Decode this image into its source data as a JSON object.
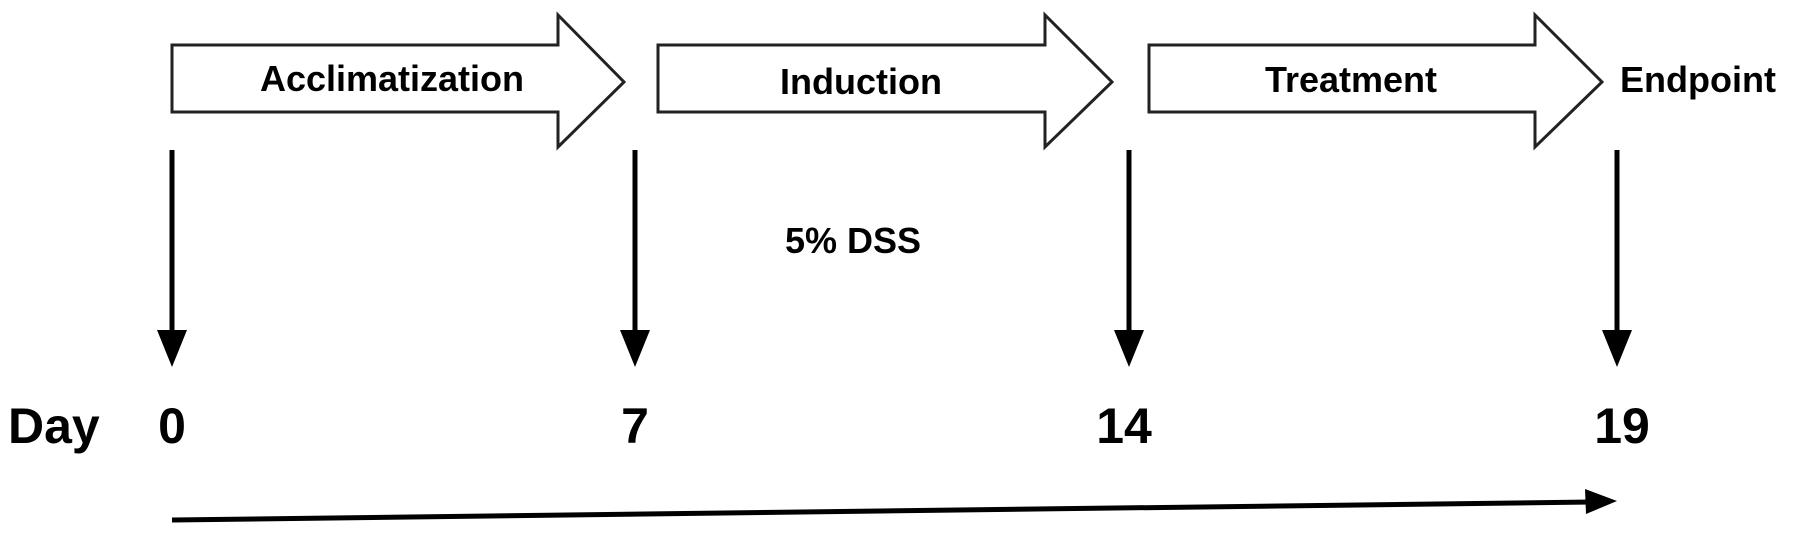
{
  "phases": [
    {
      "label": "Acclimatization"
    },
    {
      "label": "Induction"
    },
    {
      "label": "Treatment"
    }
  ],
  "endpoint_label": "Endpoint",
  "annotation": "5% DSS",
  "day_axis": {
    "label": "Day",
    "days": [
      "0",
      "7",
      "14",
      "19"
    ]
  },
  "colors": {
    "stroke": "#000000",
    "fill": "#ffffff"
  }
}
